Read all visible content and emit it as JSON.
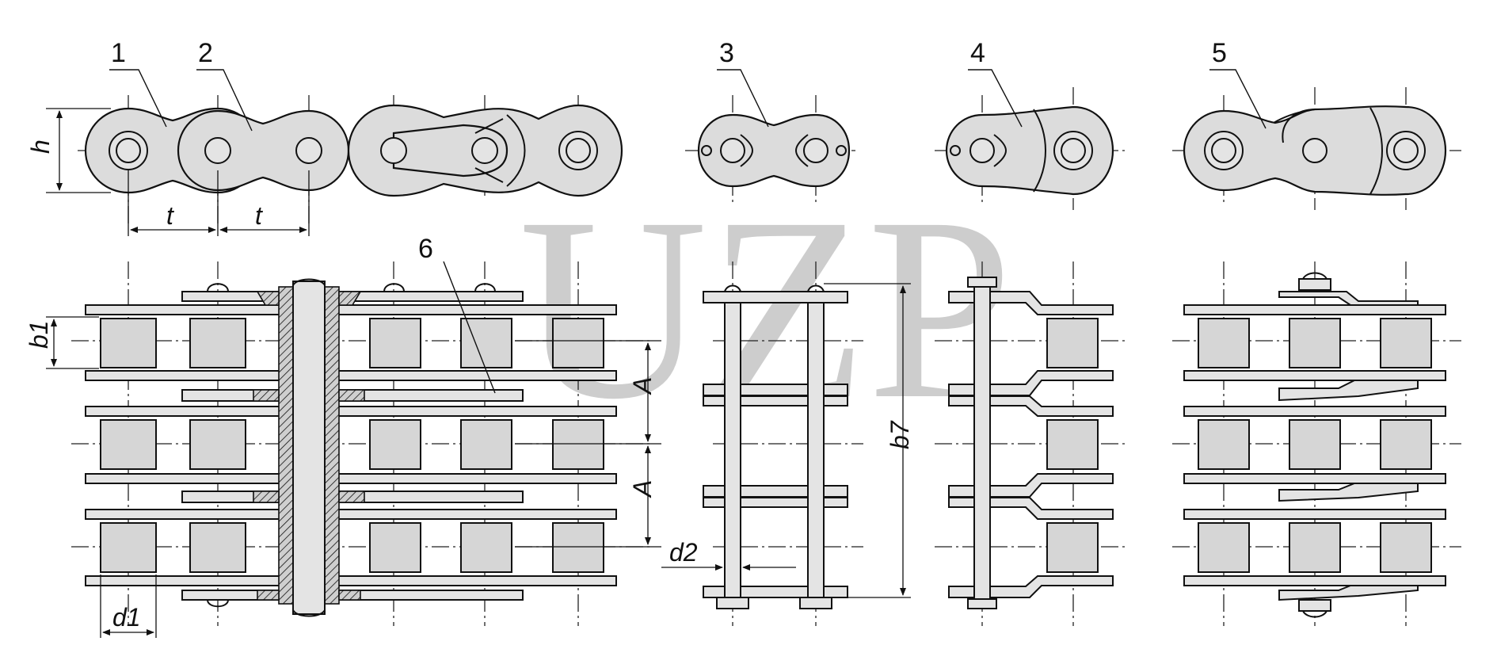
{
  "labels": {
    "n1": "1",
    "n2": "2",
    "n3": "3",
    "n4": "4",
    "n5": "5",
    "n6": "6"
  },
  "dimensions": {
    "h": "h",
    "t1": "t",
    "t2": "t",
    "b1": "b1",
    "d1": "d1",
    "d2": "d2",
    "b7": "b7",
    "a1": "A",
    "a2": "A"
  },
  "watermark": "UZP"
}
